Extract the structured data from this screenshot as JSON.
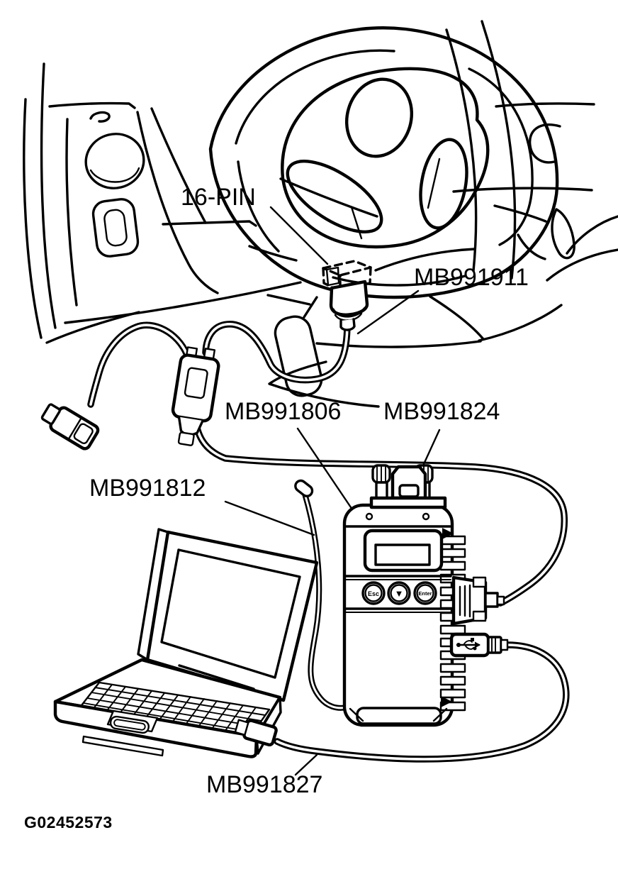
{
  "figure": {
    "code": "G02452573",
    "part_labels": {
      "dlc": "16-PIN",
      "mb991911": "MB991911",
      "mb991806": "MB991806",
      "mb991824": "MB991824",
      "mb991812": "MB991812",
      "mb991827": "MB991827"
    },
    "scan_tool": {
      "buttons": [
        "Esc",
        "▼",
        "Enter"
      ]
    },
    "colors": {
      "line": "#000000",
      "background": "#ffffff"
    }
  }
}
